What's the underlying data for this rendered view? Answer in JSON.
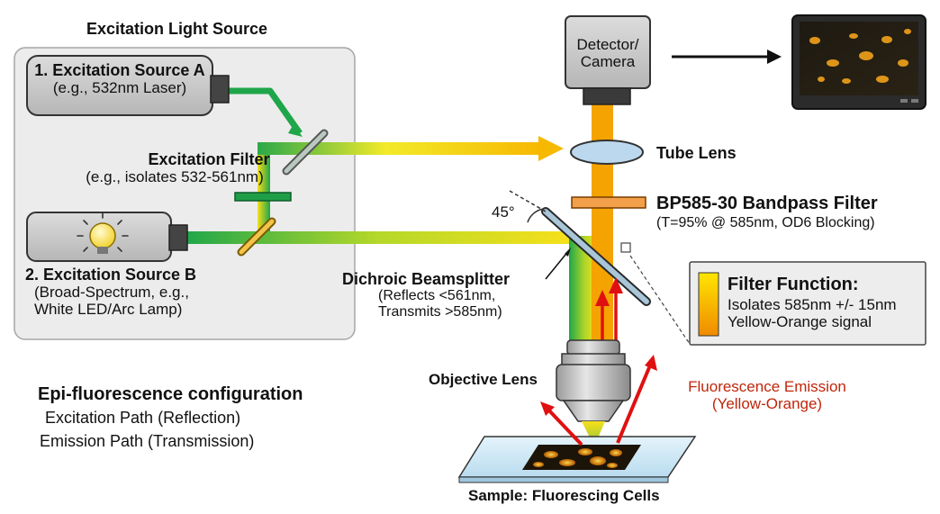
{
  "source_panel": {
    "title": "Excitation Light Source",
    "source_a": {
      "name": "1. Excitation Source A",
      "example": "(e.g., 532nm Laser)"
    },
    "filter": {
      "name": "Excitation Filter",
      "example": "(e.g., isolates 532-561nm)"
    },
    "source_b": {
      "name": "2. Excitation Source B",
      "example_line1": "(Broad-Spectrum, e.g.,",
      "example_line2": "White LED/Arc Lamp)"
    }
  },
  "detector": {
    "line1": "Detector/",
    "line2": "Camera"
  },
  "tube_lens": "Tube Lens",
  "bandpass": {
    "name": "BP585-30 Bandpass Filter",
    "spec": "(T=95% @ 585nm, OD6 Blocking)"
  },
  "angle_label": "45°",
  "dichroic": {
    "name": "Dichroic Beamsplitter",
    "line1": "(Reflects <561nm,",
    "line2": "Transmits >585nm)"
  },
  "filter_function": {
    "title": "Filter Function:",
    "line1": "Isolates 585nm +/- 15nm",
    "line2": "Yellow-Orange signal"
  },
  "objective": "Objective Lens",
  "emission": {
    "line1": "Fluorescence Emission",
    "line2": "(Yellow-Orange)"
  },
  "sample": "Sample: Fluorescing Cells",
  "config": {
    "title": "Epi-fluorescence configuration",
    "line1": "Excitation Path (Reflection)",
    "line2": "Emission Path (Transmission)"
  },
  "colors": {
    "green": "#1fa64a",
    "yellow": "#f7e01a",
    "orange": "#f5a300",
    "emission_red": "#e01010",
    "emission_text": "#c0260a",
    "panel_bg": "#ececec"
  }
}
